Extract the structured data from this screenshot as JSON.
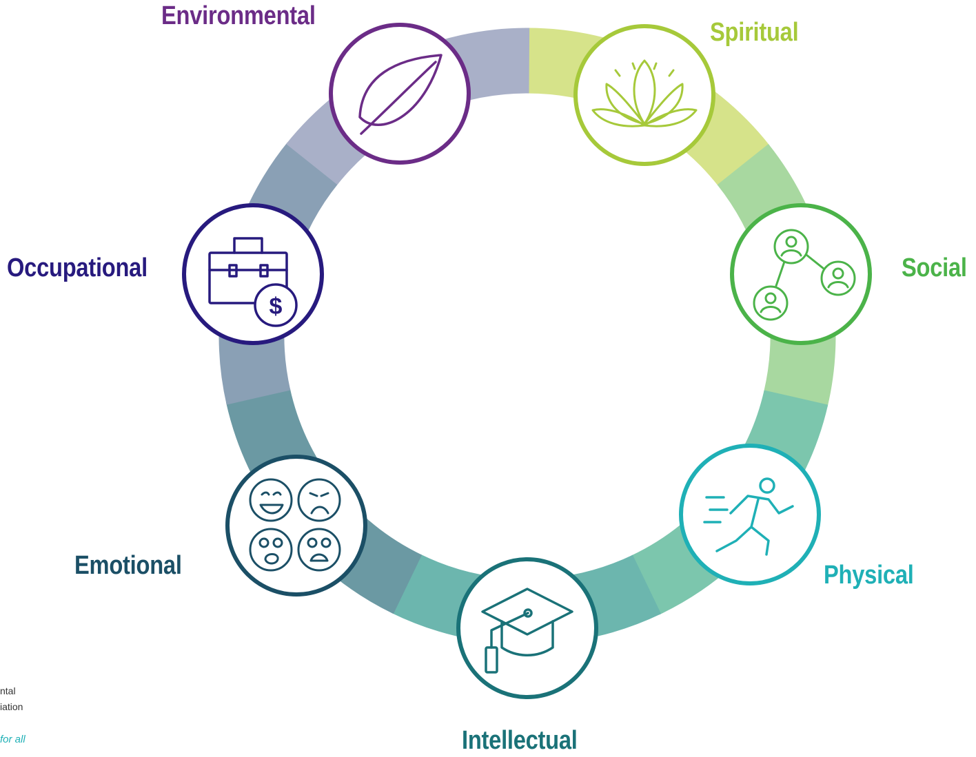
{
  "diagram": {
    "ring_segment_colors": [
      "#d6e38a",
      "#a8d8a0",
      "#7cc6ad",
      "#6cb6ae",
      "#6b99a3",
      "#8aa0b5",
      "#a9b0c8"
    ],
    "dimensions": [
      {
        "id": "environmental",
        "label": "Environmental",
        "color": "#6b2c87",
        "icon": "leaf-icon"
      },
      {
        "id": "spiritual",
        "label": "Spiritual",
        "color": "#a6c93a",
        "icon": "lotus-icon"
      },
      {
        "id": "social",
        "label": "Social",
        "color": "#4bb349",
        "icon": "people-network-icon"
      },
      {
        "id": "physical",
        "label": "Physical",
        "color": "#1fb0b6",
        "icon": "running-person-icon"
      },
      {
        "id": "intellectual",
        "label": "Intellectual",
        "color": "#1a7278",
        "icon": "graduation-cap-icon"
      },
      {
        "id": "emotional",
        "label": "Emotional",
        "color": "#1b4f66",
        "icon": "emotion-faces-icon"
      },
      {
        "id": "occupational",
        "label": "Occupational",
        "color": "#271a7e",
        "icon": "briefcase-dollar-icon"
      }
    ]
  },
  "logo": {
    "line_1": "ntal",
    "line_2": "iation",
    "tagline": "for all",
    "tagline_color": "#1fb0b6"
  }
}
